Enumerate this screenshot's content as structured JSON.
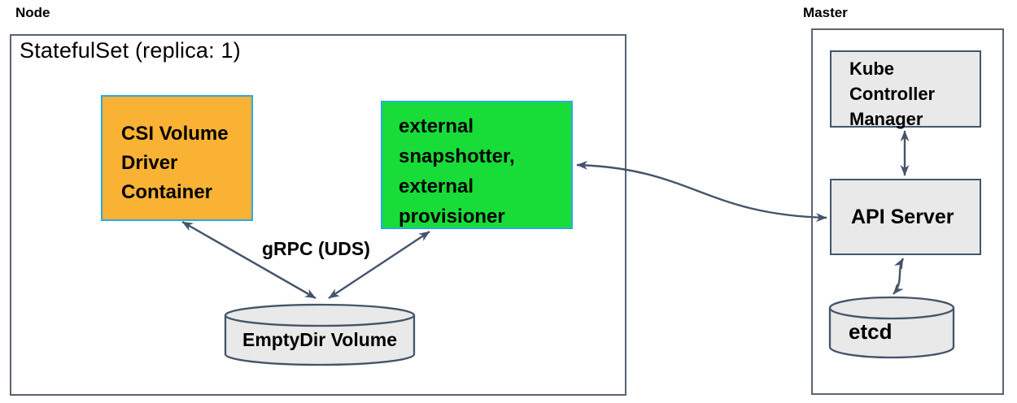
{
  "diagram": {
    "node": {
      "label": "Node",
      "statefulset_label": "StatefulSet (replica: 1)",
      "csi_box_label": "CSI Volume\nDriver\nContainer",
      "external_box_label": "external\nsnapshotter,\nexternal\nprovisioner",
      "grpc_label": "gRPC (UDS)",
      "emptydir_label": "EmptyDir Volume"
    },
    "master": {
      "label": "Master",
      "kube_controller_manager_label": "Kube\nController\nManager",
      "api_server_label": "API Server",
      "etcd_label": "etcd"
    },
    "connections": [
      "CSI Volume Driver Container <-> EmptyDir Volume (gRPC over UDS)",
      "external snapshotter/provisioner <-> EmptyDir Volume (gRPC over UDS)",
      "external snapshotter/provisioner <-> API Server",
      "Kube Controller Manager <-> API Server",
      "API Server <-> etcd"
    ]
  },
  "colors": {
    "orange-fill": "#F9B234",
    "green-fill": "#18DC38",
    "box-border-blue": "#29ABE2",
    "gray-fill": "#E9E9E9",
    "slate": "#44546A",
    "outer-border": "#5a6472"
  }
}
